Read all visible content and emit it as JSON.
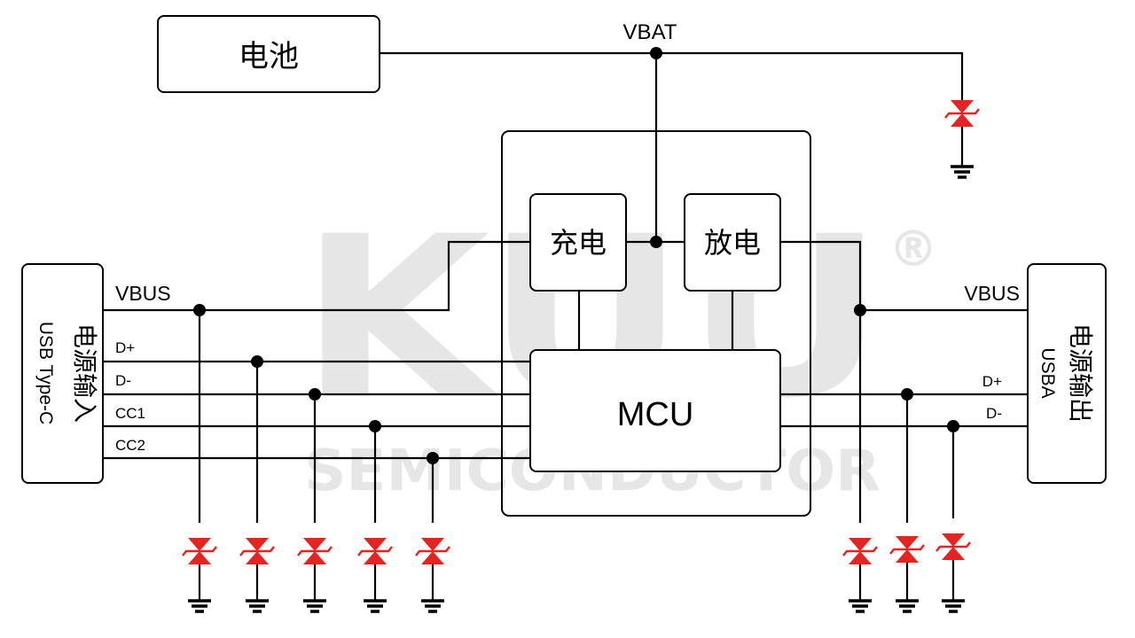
{
  "watermark": {
    "logo_text": "KUU",
    "sub_text": "SEMICONDUCTOR",
    "mark": "®"
  },
  "blocks": {
    "battery": "电池",
    "charge": "充电",
    "discharge": "放电",
    "mcu": "MCU",
    "input_title": "电源输入",
    "input_sub": "USB Type-C",
    "output_title": "电源输出",
    "output_sub": "USBA"
  },
  "nets": {
    "vbat": "VBAT",
    "vbus_in": "VBUS",
    "dp_in": "D+",
    "dm_in": "D-",
    "cc1": "CC1",
    "cc2": "CC2",
    "vbus_out": "VBUS",
    "dp_out": "D+",
    "dm_out": "D-"
  },
  "colors": {
    "tvs": "#e52421",
    "line": "#000000",
    "watermark": "#e6e6e6"
  },
  "components": {
    "tvs_icon": "bidirectional-tvs-diode-icon",
    "ground_icon": "ground-icon",
    "junction_icon": "junction-dot-icon",
    "tvs_count": 9
  }
}
